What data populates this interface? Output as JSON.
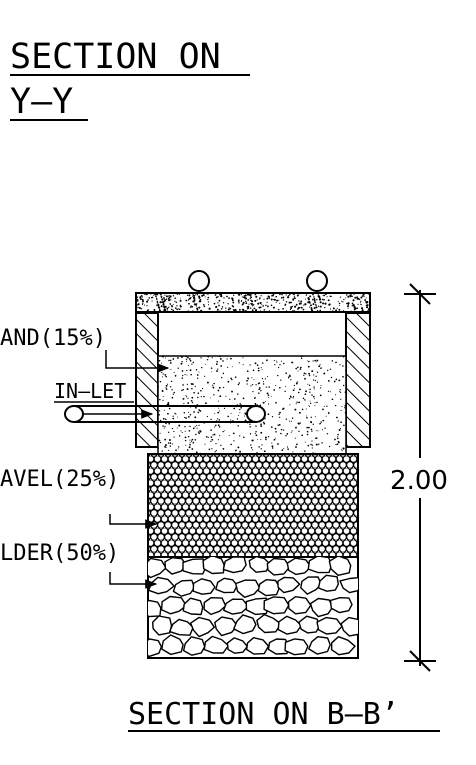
{
  "titles": {
    "top_line1": "SECTION  ON",
    "top_line2": "Y—Y",
    "bottom": "SECTION  ON  B—B’"
  },
  "labels": {
    "sand": "AND(15%)",
    "inlet": "IN—LET",
    "gravel": "AVEL(25%)",
    "boulder": "LDER(50%)"
  },
  "dimension": {
    "height": "2.00"
  },
  "colors": {
    "line": "#000000",
    "background": "#ffffff"
  }
}
